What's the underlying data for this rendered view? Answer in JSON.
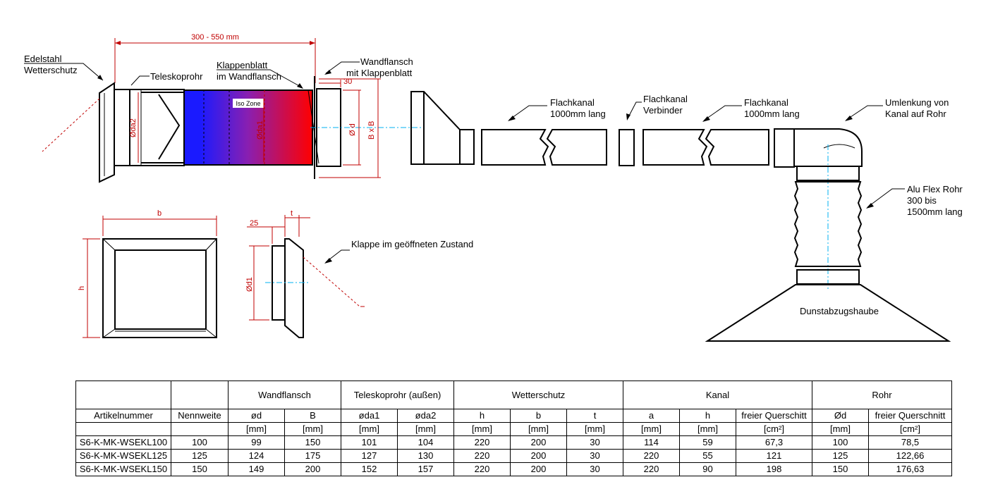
{
  "labels": {
    "edelstahl": "Edelstahl",
    "wetterschutz": "Wetterschutz",
    "teleskoprohr": "Teleskoprohr",
    "klappenblatt": "Klappenblatt",
    "im_wandflansch": "im Wandflansch",
    "wandflansch": "Wandflansch",
    "mit_klappenblatt": "mit Klappenblatt",
    "iso_zone": "Iso Zone",
    "flachkanal_a": "Flachkanal",
    "lang_a": "1000mm lang",
    "flachkanal_verb": "Flachkanal",
    "verbinder": "Verbinder",
    "flachkanal_b": "Flachkanal",
    "lang_b": "1000mm lang",
    "umlenkung": "Umlenkung von",
    "kanal_auf_rohr": "Kanal auf Rohr",
    "alu_flex": "Alu Flex Rohr",
    "flex_300": "300 bis",
    "flex_1500": "1500mm lang",
    "klappe_offen": "Klappe im geöffneten Zustand",
    "dunstabzug": "Dunstabzugshaube"
  },
  "dims": {
    "length": "300 - 550 mm",
    "d30": "30",
    "da2": "Øda2",
    "da1": "Øda1",
    "od": "Ø d",
    "bxb": "B x B",
    "b": "b",
    "h": "h",
    "d25": "25",
    "t": "t",
    "d1": "Ød1"
  },
  "table": {
    "groups": [
      "Wandflansch",
      "Teleskoprohr (außen)",
      "Wetterschutz",
      "Kanal",
      "Rohr"
    ],
    "columns": [
      "Artikelnummer",
      "Nennweite",
      "ød",
      "B",
      "øda1",
      "øda2",
      "h",
      "b",
      "t",
      "a",
      "h",
      "freier Querschitt",
      "Ød",
      "freier Querschnitt"
    ],
    "units": [
      "",
      "",
      "[mm]",
      "[mm]",
      "[mm]",
      "[mm]",
      "[mm]",
      "[mm]",
      "[mm]",
      "[mm]",
      "[mm]",
      "[cm²]",
      "[mm]",
      "[cm²]"
    ],
    "rows": [
      [
        "S6-K-MK-WSEKL100",
        "100",
        "99",
        "150",
        "101",
        "104",
        "220",
        "200",
        "30",
        "114",
        "59",
        "67,3",
        "100",
        "78,5"
      ],
      [
        "S6-K-MK-WSEKL125",
        "125",
        "124",
        "175",
        "127",
        "130",
        "220",
        "200",
        "30",
        "220",
        "55",
        "121",
        "125",
        "122,66"
      ],
      [
        "S6-K-MK-WSEKL150",
        "150",
        "149",
        "200",
        "152",
        "157",
        "220",
        "200",
        "30",
        "220",
        "90",
        "198",
        "150",
        "176,63"
      ]
    ]
  },
  "colors": {
    "gradient_start": "#1a1aff",
    "gradient_mid": "#8a1fb0",
    "gradient_end": "#ff0000",
    "dimension": "#c00000",
    "centerline": "#00b0f0"
  }
}
